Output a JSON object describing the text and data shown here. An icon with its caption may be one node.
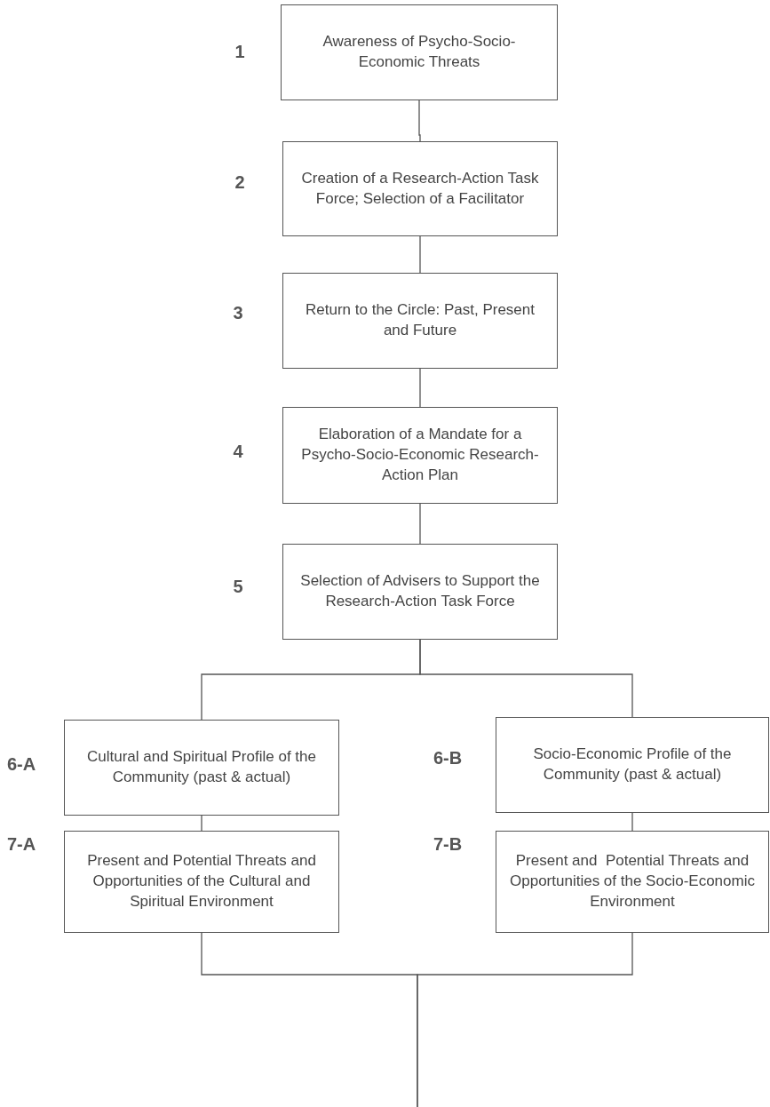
{
  "diagram": {
    "nodes": [
      {
        "text": [
          "Awareness of Psycho-Socio-Economic Threats"
        ],
        "beside": [
          "1"
        ]
      },
      {
        "text": [
          "Creation of a Research-Action Task Force; Selection of a Facilitator"
        ],
        "beside": [
          "2"
        ]
      },
      {
        "text": [
          "Return to the Circle: Past, Present and Future"
        ],
        "beside": [
          "3"
        ]
      },
      {
        "text": [
          "Elaboration of a Mandate for a Psycho-Socio-Economic Research-Action Plan"
        ],
        "beside": [
          "4"
        ]
      },
      {
        "text": [
          "Selection of Advisers to Support the Research-Action Task Force"
        ],
        "beside": [
          "5"
        ]
      },
      {
        "text": [
          "Cultural and Spiritual Profile of the Community (past & actual)"
        ],
        "beside": [
          "6-A"
        ]
      },
      {
        "text": [
          "Socio-Economic Profile of the Community (past & actual)"
        ],
        "beside": [
          "6-B"
        ]
      },
      {
        "text": [
          "Present and Potential Threats and Opportunities of the Cultural and Spiritual Environment"
        ],
        "beside": [
          "7-A"
        ]
      },
      {
        "text": [
          "Present and  Potential Threats and Opportunities of the Socio-Economic Environment"
        ],
        "beside": [
          "7-B"
        ]
      }
    ],
    "edges": [
      {
        "from": 0,
        "to": 1,
        "arrow": "none"
      },
      {
        "from": 1,
        "to": 2,
        "arrow": "none"
      },
      {
        "from": 2,
        "to": 3,
        "arrow": "none"
      },
      {
        "from": 3,
        "to": 4,
        "arrow": "none"
      },
      {
        "from": 4,
        "to": 5,
        "arrow": "none"
      },
      {
        "from": 4,
        "to": 6,
        "arrow": "none"
      },
      {
        "from": 5,
        "to": 7,
        "arrow": "none"
      },
      {
        "from": 6,
        "to": 8,
        "arrow": "none"
      },
      {
        "from": 7,
        "to": null,
        "arrow": "none"
      },
      {
        "from": 8,
        "to": null,
        "arrow": "none"
      }
    ]
  }
}
